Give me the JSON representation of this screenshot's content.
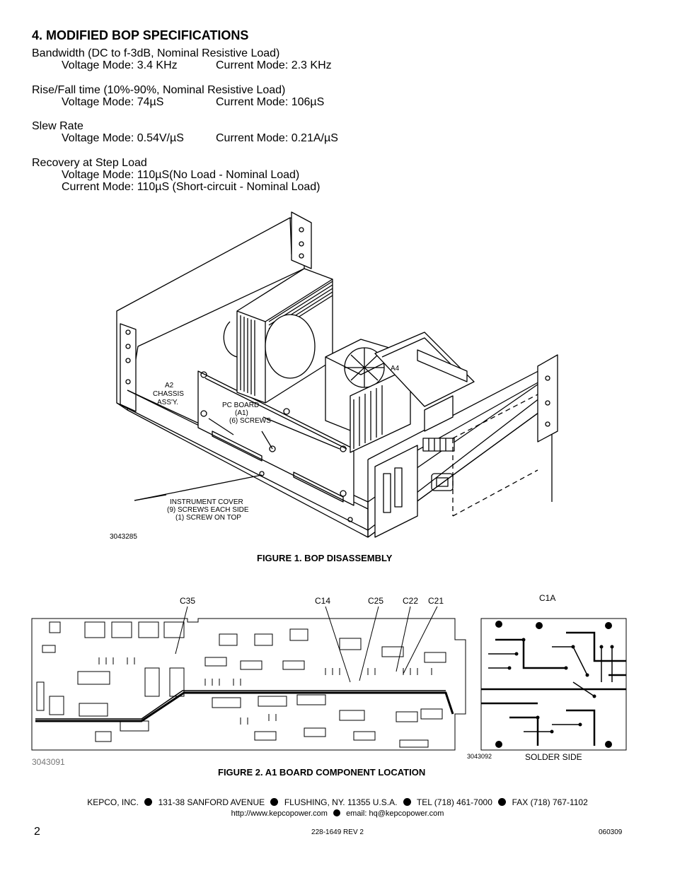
{
  "heading": "4.  MODIFIED BOP SPECIFICATIONS",
  "specs": [
    {
      "title": "Bandwidth (DC to f-3dB, Nominal Resistive Load)",
      "lines": [
        {
          "a": "Voltage Mode: 3.4 KHz",
          "b": "Current Mode: 2.3 KHz"
        }
      ]
    },
    {
      "title": "Rise/Fall time (10%-90%, Nominal Resistive Load)",
      "lines": [
        {
          "a": "Voltage Mode: 74µS",
          "b": "Current Mode: 106µS"
        }
      ]
    },
    {
      "title": "Slew Rate",
      "lines": [
        {
          "a": "Voltage Mode: 0.54V/µS",
          "b": "Current Mode: 0.21A/µS"
        }
      ]
    },
    {
      "title": "Recovery at Step Load",
      "lines": [
        {
          "a": "Voltage Mode: 110µS(No Load - Nominal Load)"
        },
        {
          "a": "Current Mode: 110µS (Short-circuit - Nominal Load)"
        }
      ]
    }
  ],
  "figure1": {
    "caption": "FIGURE 1.   BOP DISASSEMBLY",
    "drawing_number": "3043285",
    "labels": {
      "chassis": [
        "A2",
        "CHASSIS",
        "ASS'Y."
      ],
      "pcboard": [
        "PC BOARD",
        "(A1)",
        "(6) SCREWS"
      ],
      "a4": "A4",
      "cover": [
        "INSTRUMENT COVER",
        "(9) SCREWS EACH SIDE",
        "(1) SCREW ON TOP"
      ]
    }
  },
  "figure2": {
    "caption": "FIGURE 2.   A1 BOARD COMPONENT LOCATION",
    "drawing_number_left": "3043091",
    "drawing_number_right": "3043092",
    "solder_side": "SOLDER SIDE",
    "callouts": [
      "C35",
      "C14",
      "C25",
      "C22",
      "C21",
      "C1A"
    ]
  },
  "footer": {
    "company": "KEPCO, INC.",
    "address": "131-38 SANFORD AVENUE",
    "city": "FLUSHING, NY. 11355 U.S.A.",
    "tel": "TEL (718) 461-7000",
    "fax": "FAX (718) 767-1102",
    "web": "http://www.kepcopower.com",
    "email": "email: hq@kepcopower.com"
  },
  "page_number": "2",
  "doc_number": "228-1649 REV 2",
  "date_code": "060309"
}
